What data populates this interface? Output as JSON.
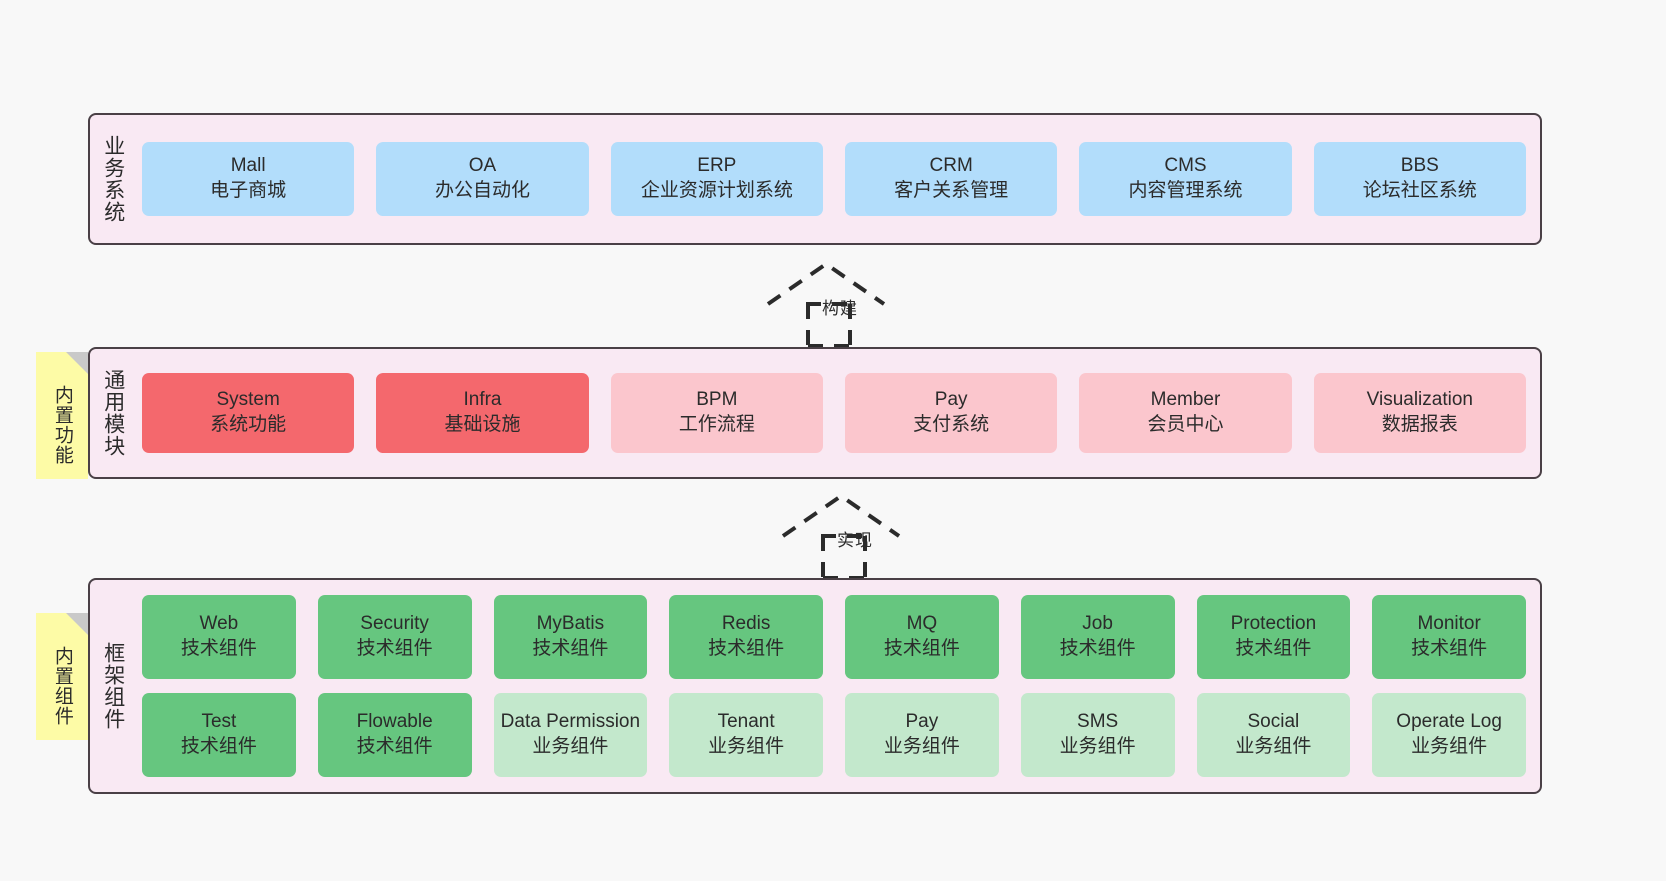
{
  "diagram": {
    "background_color": "#f8f8f8",
    "band_fill": "#f9e9f3",
    "band_border": "#4a4046",
    "note_color": "#fdfba6",
    "note_fold_color": "#c9c9c9"
  },
  "layers": [
    {
      "id": "business",
      "title": "业务系统",
      "rows": [
        {
          "cards": [
            {
              "name": "Mall",
              "sub": "电子商城",
              "color": "#b2ddfb",
              "style": "c-blue"
            },
            {
              "name": "OA",
              "sub": "办公自动化",
              "color": "#b2ddfb",
              "style": "c-blue"
            },
            {
              "name": "ERP",
              "sub": "企业资源计划系统",
              "color": "#b2ddfb",
              "style": "c-blue"
            },
            {
              "name": "CRM",
              "sub": "客户关系管理",
              "color": "#b2ddfb",
              "style": "c-blue"
            },
            {
              "name": "CMS",
              "sub": "内容管理系统",
              "color": "#b2ddfb",
              "style": "c-blue"
            },
            {
              "name": "BBS",
              "sub": "论坛社区系统",
              "color": "#b2ddfb",
              "style": "c-blue"
            }
          ]
        }
      ]
    },
    {
      "id": "modules",
      "title": "通用模块",
      "note": "内置功能",
      "rows": [
        {
          "cards": [
            {
              "name": "System",
              "sub": "系统功能",
              "color": "#f4686d",
              "style": "c-red"
            },
            {
              "name": "Infra",
              "sub": "基础设施",
              "color": "#f4686d",
              "style": "c-red"
            },
            {
              "name": "BPM",
              "sub": "工作流程",
              "color": "#fbc6cd",
              "style": "c-pink"
            },
            {
              "name": "Pay",
              "sub": "支付系统",
              "color": "#fbc6cd",
              "style": "c-pink"
            },
            {
              "name": "Member",
              "sub": "会员中心",
              "color": "#fbc6cd",
              "style": "c-pink"
            },
            {
              "name": "Visualization",
              "sub": "数据报表",
              "color": "#fbc6cd",
              "style": "c-pink"
            }
          ]
        }
      ]
    },
    {
      "id": "framework",
      "title": "框架组件",
      "note": "内置组件",
      "rows": [
        {
          "cards": [
            {
              "name": "Web",
              "sub": "技术组件",
              "color": "#66c67f",
              "style": "c-green"
            },
            {
              "name": "Security",
              "sub": "技术组件",
              "color": "#66c67f",
              "style": "c-green"
            },
            {
              "name": "MyBatis",
              "sub": "技术组件",
              "color": "#66c67f",
              "style": "c-green"
            },
            {
              "name": "Redis",
              "sub": "技术组件",
              "color": "#66c67f",
              "style": "c-green"
            },
            {
              "name": "MQ",
              "sub": "技术组件",
              "color": "#66c67f",
              "style": "c-green"
            },
            {
              "name": "Job",
              "sub": "技术组件",
              "color": "#66c67f",
              "style": "c-green"
            },
            {
              "name": "Protection",
              "sub": "技术组件",
              "color": "#66c67f",
              "style": "c-green"
            },
            {
              "name": "Monitor",
              "sub": "技术组件",
              "color": "#66c67f",
              "style": "c-green"
            }
          ]
        },
        {
          "cards": [
            {
              "name": "Test",
              "sub": "技术组件",
              "color": "#66c67f",
              "style": "c-green"
            },
            {
              "name": "Flowable",
              "sub": "技术组件",
              "color": "#66c67f",
              "style": "c-green"
            },
            {
              "name": "Data Permission",
              "sub": "业务组件",
              "color": "#c3e8cc",
              "style": "c-green-soft"
            },
            {
              "name": "Tenant",
              "sub": "业务组件",
              "color": "#c3e8cc",
              "style": "c-green-soft"
            },
            {
              "name": "Pay",
              "sub": "业务组件",
              "color": "#c3e8cc",
              "style": "c-green-soft"
            },
            {
              "name": "SMS",
              "sub": "业务组件",
              "color": "#c3e8cc",
              "style": "c-green-soft"
            },
            {
              "name": "Social",
              "sub": "业务组件",
              "color": "#c3e8cc",
              "style": "c-green-soft"
            },
            {
              "name": "Operate Log",
              "sub": "业务组件",
              "color": "#c3e8cc",
              "style": "c-green-soft"
            }
          ]
        }
      ]
    }
  ],
  "connectors": [
    {
      "id": "build",
      "label": "构建",
      "from": "modules",
      "to": "business"
    },
    {
      "id": "realize",
      "label": "实现",
      "from": "framework",
      "to": "modules"
    }
  ]
}
